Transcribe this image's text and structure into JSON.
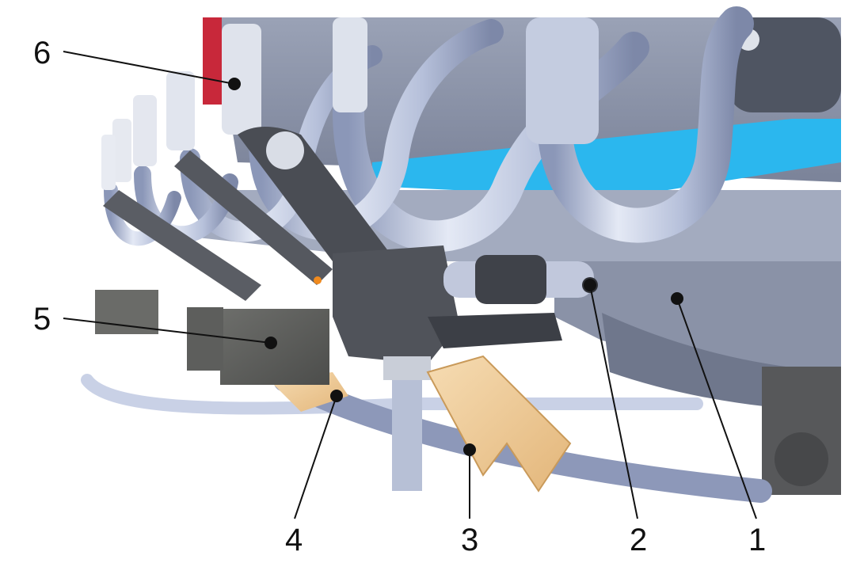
{
  "diagram": {
    "colors": {
      "background": "#ffffff",
      "tube": "#b9c3dc",
      "tube_shadow": "#7f8bab",
      "panel": "#8e96aa",
      "panel_dark": "#6b7286",
      "dark_part": "#4a4d54",
      "block": "#5b5c5a",
      "cyan_strip": "#2bb7ee",
      "orange_part": "#ecc58f",
      "red_part": "#c8283a",
      "accent_orange": "#f08a1e",
      "leader": "#111111"
    },
    "callouts": [
      {
        "id": "1",
        "label": "1"
      },
      {
        "id": "2",
        "label": "2"
      },
      {
        "id": "3",
        "label": "3"
      },
      {
        "id": "4",
        "label": "4"
      },
      {
        "id": "5",
        "label": "5"
      },
      {
        "id": "6",
        "label": "6"
      }
    ]
  }
}
